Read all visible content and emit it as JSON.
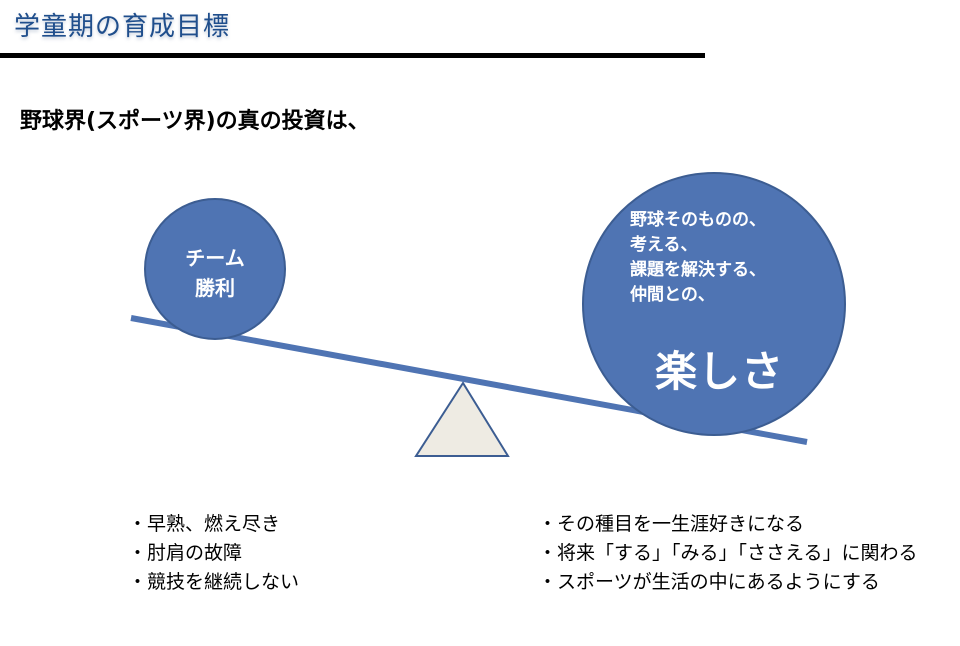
{
  "slide": {
    "title": "学童期の育成目標"
  },
  "heading": "野球界(スポーツ界)の真の投資は、",
  "left_circle": {
    "lines": [
      "チーム",
      "勝利"
    ]
  },
  "right_circle": {
    "lines": [
      "野球そのものの、",
      "考える、",
      "課題を解決する、",
      "仲間との、"
    ],
    "emphasis": "楽しさ"
  },
  "left_points": [
    "早熟、燃え尽き",
    "肘肩の故障",
    "競技を継続しない"
  ],
  "right_points": [
    "その種目を一生涯好きになる",
    "将来「する」「みる」「ささえる」に関わる",
    "スポーツが生活の中にあるようにする"
  ],
  "colors": {
    "circle_fill": "#4f74b3",
    "circle_stroke": "#3c5d92",
    "beam": "#4f74b3",
    "fulcrum_fill": "#eeebe3",
    "title": "#1f4e8c"
  }
}
